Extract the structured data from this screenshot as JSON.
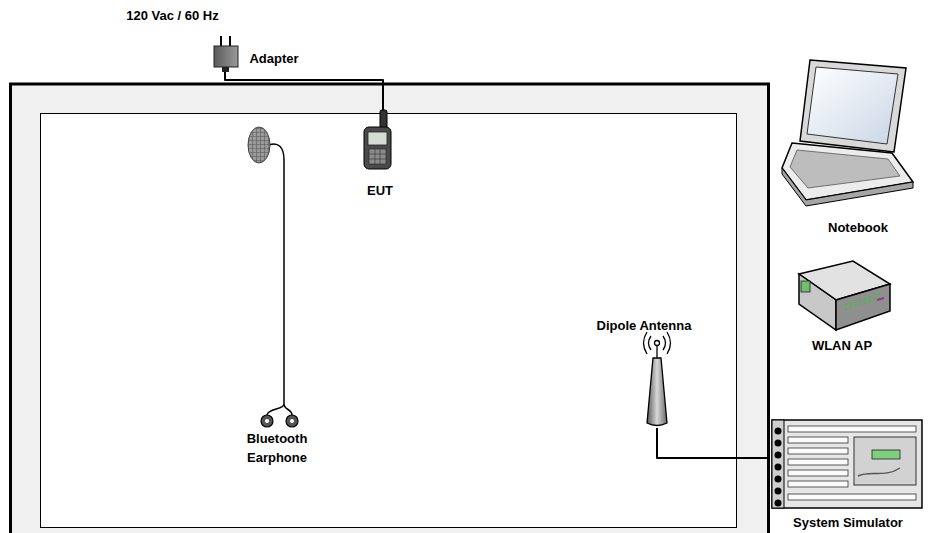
{
  "diagram": {
    "nodes": [
      {
        "text": [
          "Adapter"
        ]
      },
      {
        "text": [
          "EUT"
        ]
      },
      {
        "text": [
          "Notebook"
        ]
      },
      {
        "text": [
          "WLAN AP"
        ]
      },
      {
        "text": [
          "Dipole Antenna"
        ]
      },
      {
        "text": [
          "Bluetooth Earphone"
        ]
      },
      {
        "text": [
          "System Simulator"
        ]
      }
    ],
    "edges": [
      {
        "from": 0,
        "to": 1,
        "arrow": "none"
      },
      {
        "from": 4,
        "to": 6,
        "arrow": "none"
      }
    ],
    "labels": [
      "120 Vac / 60 Hz"
    ]
  }
}
